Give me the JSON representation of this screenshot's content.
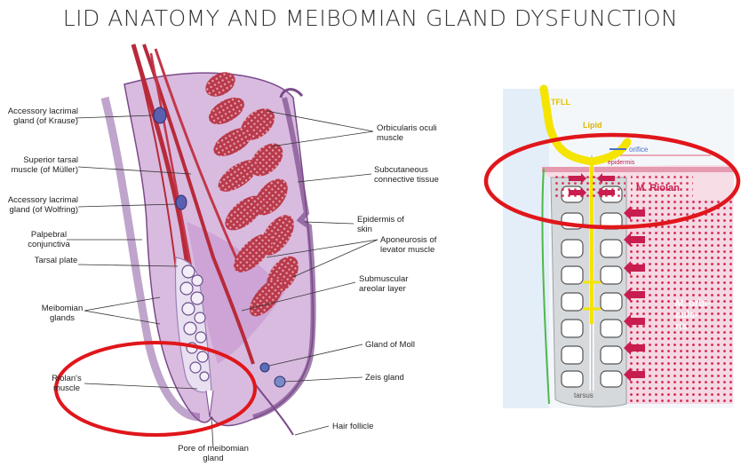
{
  "title": "LID ANATOMY AND MEIBOMIAN GLAND DYSFUNCTION",
  "left_labels": {
    "krause": "Accessory lacrimal gland (of Krause)",
    "muller": "Superior tarsal muscle (of Müller)",
    "wolfring": "Accessory lacrimal gland (of Wolfring)",
    "palpebral": "Palpebral conjunctiva",
    "tarsal": "Tarsal plate",
    "meibomian": "Meibomian glands",
    "riolan": "Riolan's muscle",
    "pore": "Pore of meibomian gland"
  },
  "right_labels": {
    "orbicularis": "Orbicularis oculi muscle",
    "subcutaneous": "Subcutaneous connective tissue",
    "epidermis": "Epidermis of skin",
    "aponeurosis": "Aponeurosis of levator muscle",
    "submuscular": "Submuscular areolar layer",
    "moll": "Gland of Moll",
    "zeis": "Zeis gland",
    "hair": "Hair follicle"
  },
  "right_diagram": {
    "tfll": "TFLL",
    "lipid": "Lipid",
    "orifice": "orifice",
    "epidermis": "epidermis",
    "m_riolan": "M. Riolan",
    "m_orbicularis": "M. orbi- cula- ris",
    "tarsus": "tarsus"
  },
  "colors": {
    "highlight_ring": "#e0161b",
    "lid_fill": "#d9b8de",
    "muscle": "#b82a3a",
    "gland": "#6c4f8c",
    "lipid": "#f4e400",
    "orbicularis_dots": "#e8337a"
  }
}
